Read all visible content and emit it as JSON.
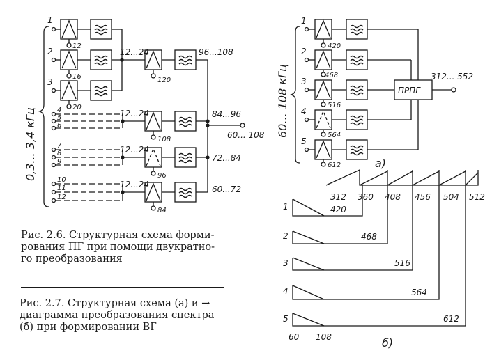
{
  "fig1": {
    "range_label": "0,3... 3,4 кГц",
    "inputs": [
      "1",
      "2",
      "3",
      "4",
      "5",
      "6",
      "7",
      "8",
      "9",
      "10",
      "11",
      "12"
    ],
    "osc_labels": [
      "12",
      "16",
      "20"
    ],
    "stage2_input": "12...24",
    "stage2_osc": "120",
    "stage2_out": "96...108",
    "group_inputs": [
      "12...24",
      "12...24",
      "12...24"
    ],
    "group_osc": [
      "108",
      "96",
      "84"
    ],
    "group_out": [
      "84...96",
      "72...84",
      "60...72"
    ],
    "output": "60... 108"
  },
  "caption1": [
    "Рис. 2.6. Структурная схема форми-",
    "рования ПГ при помощи двукратно-",
    "го преобразования"
  ],
  "caption2": [
    "Рис. 2.7. Структурная схема (а) и →",
    "диаграмма преобразования спектра",
    "(б) при формировании ВГ"
  ],
  "fig2a": {
    "range_label": "60... 108 кГц",
    "inputs": [
      "1",
      "2",
      "3",
      "4",
      "5"
    ],
    "osc_labels": [
      "420",
      "468",
      "516",
      "564",
      "612"
    ],
    "combiner_label": "ПРПГ",
    "output": "312... 552",
    "panel_label": "а)"
  },
  "fig2b": {
    "top_ticks": [
      "312",
      "360",
      "408",
      "456",
      "504",
      "512"
    ],
    "rows": [
      "1",
      "2",
      "3",
      "4",
      "5"
    ],
    "row_values": [
      "420",
      "468",
      "516",
      "564",
      "612"
    ],
    "bottom_ticks": [
      "60",
      "108"
    ],
    "panel_label": "б)"
  }
}
